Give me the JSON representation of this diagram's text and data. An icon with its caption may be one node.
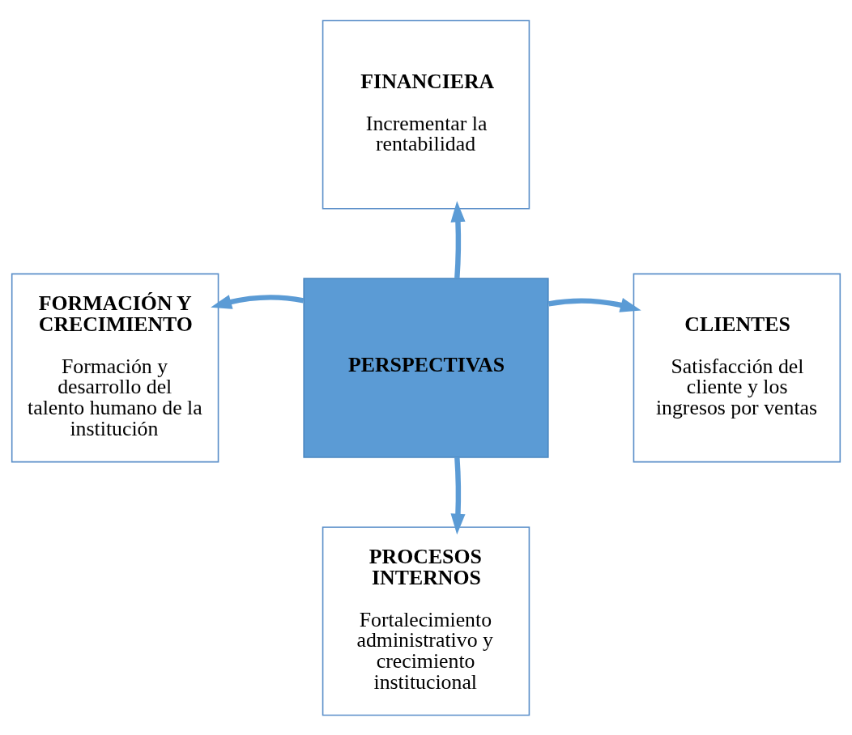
{
  "diagram": {
    "nodes": [
      {
        "text": [
          "FINANCIERA",
          "Incrementar la rentabilidad"
        ]
      },
      {
        "text": [
          "FORMACIÓN Y CRECIMIENTO",
          "Formación y desarrollo del talento humano de la institución"
        ]
      },
      {
        "text": [
          "PERSPECTIVAS"
        ]
      },
      {
        "text": [
          "CLIENTES",
          "Satisfacción del cliente y los ingresos por ventas"
        ]
      },
      {
        "text": [
          "PROCESOS INTERNOS",
          "Fortalecimiento administrativo y crecimiento institucional"
        ]
      }
    ],
    "edges": [
      {
        "from": 2,
        "to": 0,
        "arrow": "to"
      },
      {
        "from": 2,
        "to": 1,
        "arrow": "to"
      },
      {
        "from": 2,
        "to": 3,
        "arrow": "to"
      },
      {
        "from": 2,
        "to": 4,
        "arrow": "to"
      }
    ]
  }
}
